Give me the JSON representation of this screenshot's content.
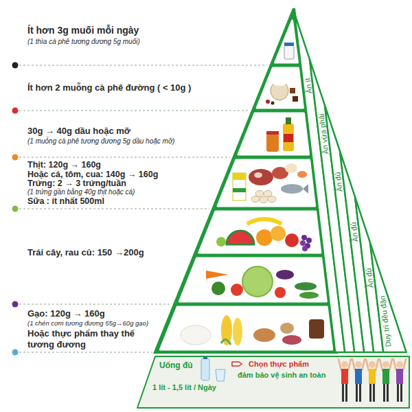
{
  "diagram": {
    "nodes": [
      {
        "text": [
          "Ăn ít"
        ]
      },
      {
        "text": [
          "Ăn vừa phải"
        ]
      },
      {
        "text": [
          "Ăn đủ"
        ]
      },
      {
        "text": [
          "Ăn đủ"
        ]
      },
      {
        "text": [
          "Ăn đủ"
        ]
      },
      {
        "text": [
          "Duy trì đều đặn"
        ]
      },
      {
        "text": [
          "Uống đủ",
          "1 lít - 1,5 lít / Ngày",
          "Chọn thực phẩm",
          "đảm bảo vệ sinh an toàn"
        ]
      }
    ],
    "labels": [
      "Ít hơn 3g muối mỗi ngày",
      "(1 thìa cà phê tương đương 5g muối)",
      "Ít hơn 2 muỗng cà phê đường ( < 10g )",
      "30g → 40g dầu hoặc mỡ",
      "(1 muỗng cà phê tương đương 5g dầu hoặc mỡ)",
      "Thịt: 120g → 160g",
      "Hoặc cá, tôm, cua: 140g → 160g",
      "Trứng: 2 → 3 trứng/tuần",
      "(1 trứng gần bằng 40g thịt hoặc cá)",
      "Sữa : ít nhất 500ml",
      "Trái cây, rau củ: 150 →200g",
      "Gạo: 120g → 160g",
      "(1 chén cơm tương đương 55g→60g gạo)",
      "Hoặc thực phẩm thay thế tương đương"
    ]
  }
}
